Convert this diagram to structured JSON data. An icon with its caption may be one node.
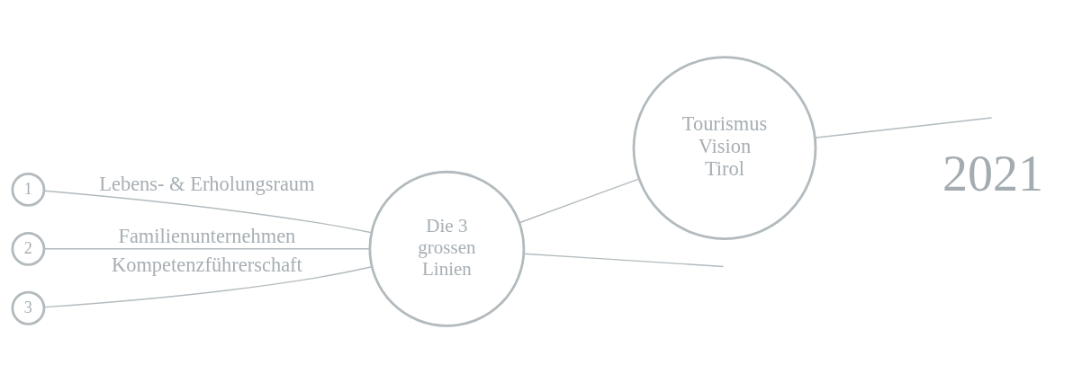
{
  "diagram": {
    "nodes": [
      {
        "text": [
          "Tourismus Vision Tirol"
        ]
      },
      {
        "text": [
          "Die 3 grossen Linien"
        ]
      },
      {
        "text": [
          "1"
        ]
      },
      {
        "text": [
          "2"
        ]
      },
      {
        "text": [
          "3"
        ]
      }
    ],
    "edges": [
      {
        "from": 1,
        "to": 0,
        "arrow": "none"
      },
      {
        "from": 0,
        "to": null,
        "arrow": "none"
      },
      {
        "from": 1,
        "to": null,
        "arrow": "none"
      },
      {
        "from": 2,
        "to": 1,
        "arrow": "none",
        "label": "Lebens- & Erholungsraum"
      },
      {
        "from": 3,
        "to": 1,
        "arrow": "none",
        "label": "Familienunternehmen"
      },
      {
        "from": 4,
        "to": 1,
        "arrow": "none",
        "label": "Kompetenzführerschaft"
      }
    ],
    "labels": [
      "2021"
    ]
  }
}
